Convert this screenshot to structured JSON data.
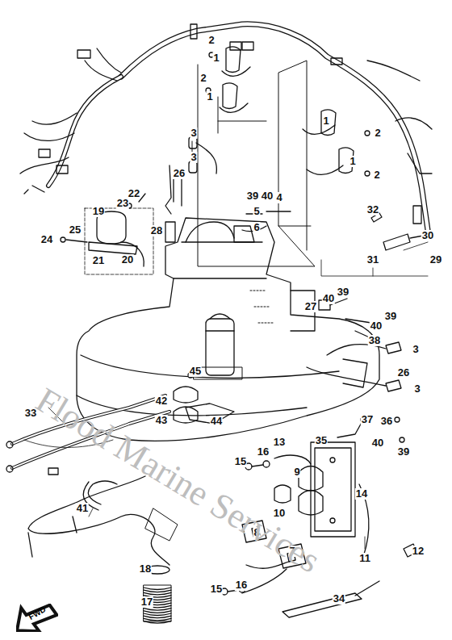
{
  "diagram": {
    "nodes": [
      {
        "text": [
          "FWD"
        ]
      }
    ],
    "labels": [
      "2",
      "1",
      "2",
      "1",
      "3",
      "3",
      "26",
      "39",
      "40",
      "4",
      "5",
      "6",
      "1",
      "2",
      "1",
      "2",
      "32",
      "30",
      "31",
      "29",
      "19",
      "23",
      "22",
      "24",
      "25",
      "21",
      "20",
      "28",
      "39",
      "40",
      "27",
      "39",
      "40",
      "38",
      "3",
      "26",
      "3",
      "45",
      "42",
      "43",
      "44",
      "33",
      "37",
      "36",
      "35",
      "40",
      "39",
      "41",
      "15",
      "16",
      "13",
      "9",
      "14",
      "10",
      "8",
      "11",
      "12",
      "7",
      "15",
      "16",
      "18",
      "17",
      "34",
      "Flood Marine Services"
    ]
  }
}
